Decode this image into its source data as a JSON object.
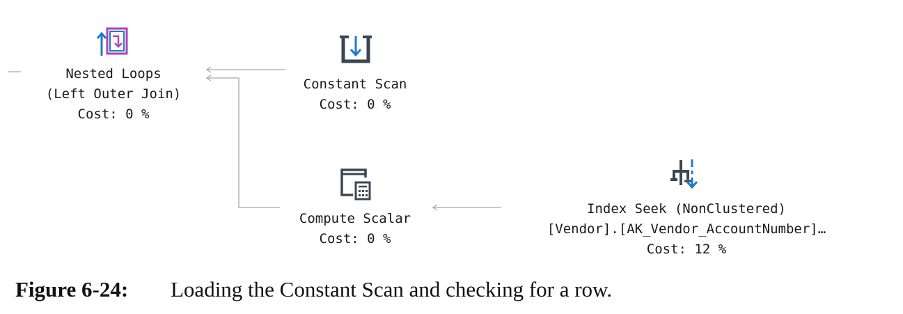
{
  "nodes": {
    "nested_loops": {
      "icon": "nested-loops-icon",
      "lines": [
        "Nested Loops",
        "(Left Outer Join)",
        "Cost: 0 %"
      ]
    },
    "constant_scan": {
      "icon": "constant-scan-icon",
      "lines": [
        "Constant Scan",
        "Cost: 0 %"
      ]
    },
    "compute_scalar": {
      "icon": "compute-scalar-icon",
      "lines": [
        "Compute Scalar",
        "Cost: 0 %"
      ]
    },
    "index_seek": {
      "icon": "index-seek-icon",
      "lines": [
        "Index Seek (NonClustered)",
        "[Vendor].[AK_Vendor_AccountNumber]…",
        "Cost: 12 %"
      ]
    }
  },
  "caption": {
    "label": "Figure 6-24:",
    "text": "Loading the Constant Scan and checking for a row."
  },
  "colors": {
    "icon_blue": "#1e7ac8",
    "icon_magenta": "#b23fb8",
    "icon_dark": "#3b4653",
    "connector": "#a8a8a8",
    "text": "#1a1a1a"
  }
}
